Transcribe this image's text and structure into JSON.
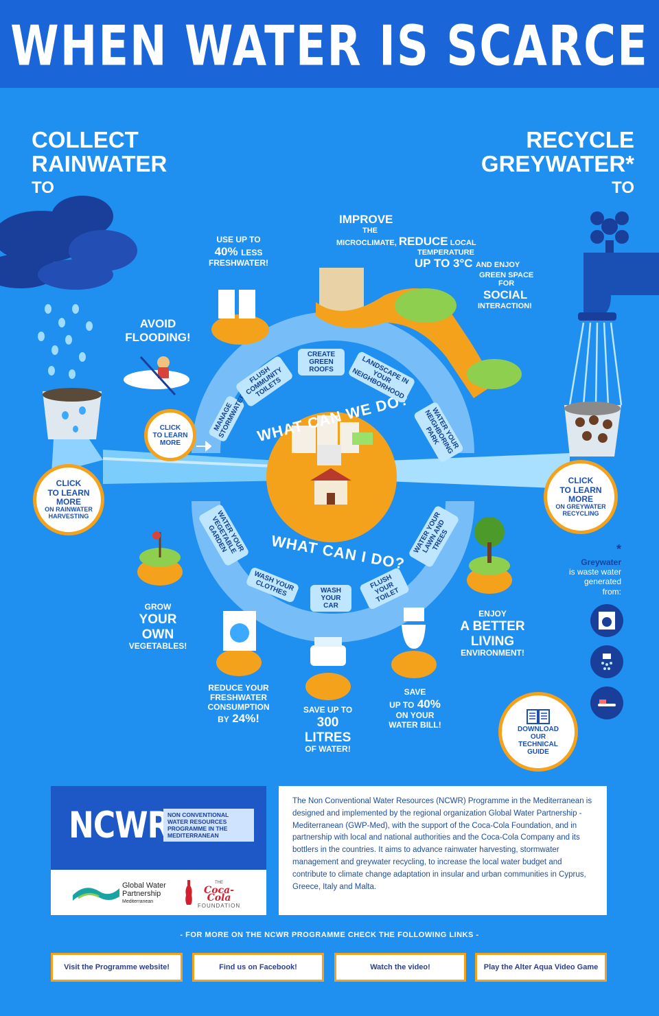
{
  "header": {
    "title": "WHEN WATER IS SCARCE"
  },
  "left_section": {
    "line1": "COLLECT",
    "line2": "RAINWATER",
    "line3": "TO"
  },
  "right_section": {
    "line1": "RECYCLE",
    "line2": "GREYWATER*",
    "line3": "TO"
  },
  "benefits": {
    "microclimate": {
      "l1": "IMPROVE",
      "l2": "THE",
      "l3a": "MICROCLIMATE,",
      "l3b": "REDUCE",
      "l3c": "LOCAL",
      "l4": "TEMPERATURE",
      "l5a": "UP TO 3°C",
      "l5b": "AND ENJOY",
      "l6": "GREEN SPACE",
      "l7": "FOR",
      "l8": "SOCIAL",
      "l9": "INTERACTION!"
    },
    "freshwater": {
      "l1": "USE UP TO",
      "l2a": "40%",
      "l2b": "LESS",
      "l3": "FRESHWATER!"
    },
    "flooding": {
      "l1": "AVOID",
      "l2": "FLOODING!"
    },
    "vegetables": {
      "l1": "GROW",
      "l2": "YOUR",
      "l3": "OWN",
      "l4": "VEGETABLES!"
    },
    "consumption": {
      "l1": "REDUCE YOUR",
      "l2": "FRESHWATER",
      "l3": "CONSUMPTION",
      "l4a": "BY",
      "l4b": "24%!"
    },
    "litres": {
      "l1": "SAVE UP TO",
      "l2": "300",
      "l3": "LITRES",
      "l4": "OF WATER!"
    },
    "bill": {
      "l1": "SAVE",
      "l2a": "UP TO",
      "l2b": "40%",
      "l3": "ON YOUR",
      "l4": "WATER BILL!"
    },
    "living": {
      "l1": "ENJOY",
      "l2": "A BETTER",
      "l3": "LIVING",
      "l4": "ENVIRONMENT!"
    }
  },
  "center": {
    "we_title": "WHAT CAN WE DO?",
    "i_title": "WHAT CAN I DO?"
  },
  "we_actions": [
    {
      "label": "MANAGE STORMWATER"
    },
    {
      "label": "FLUSH COMMUNITY TOILETS"
    },
    {
      "label": "CREATE GREEN ROOFS"
    },
    {
      "label": "LANDSCAPE IN YOUR NEIGHBORHOOD"
    },
    {
      "label": "WATER YOUR NEIGHBORING PARK"
    }
  ],
  "i_actions": [
    {
      "label": "WATER YOUR VEGETABLE GARDEN"
    },
    {
      "label": "WASH YOUR CLOTHES"
    },
    {
      "label": "WASH YOUR CAR"
    },
    {
      "label": "FLUSH YOUR TOILET"
    },
    {
      "label": "WATER YOUR LAWN AND TREES"
    }
  ],
  "buttons": {
    "learn_more_small": {
      "l1": "CLICK",
      "l2": "TO LEARN",
      "l3": "MORE"
    },
    "rainwater": {
      "l1": "CLICK",
      "l2": "TO LEARN",
      "l3": "MORE",
      "l4": "ON RAINWATER",
      "l5": "HARVESTING"
    },
    "greywater": {
      "l1": "CLICK",
      "l2": "TO LEARN",
      "l3": "MORE",
      "l4": "ON GREYWATER",
      "l5": "RECYCLING"
    },
    "guide": {
      "l1": "DOWNLOAD",
      "l2": "OUR",
      "l3": "TECHNICAL",
      "l4": "GUIDE"
    }
  },
  "greywater_note": {
    "star": "*",
    "l1": "Greywater",
    "l2": "is waste water",
    "l3": "generated",
    "l4": "from:"
  },
  "ncwr": {
    "logo": "NCWR",
    "tag1": "NON CONVENTIONAL",
    "tag2": "WATER RESOURCES",
    "tag3": "PROGRAMME IN THE",
    "tag4": "MEDITERRANEAN"
  },
  "partners": {
    "gwp1": "Global Water",
    "gwp2": "Partnership",
    "gwp3": "Mediterranean",
    "cc1": "THE",
    "cc2": "Coca-Cola",
    "cc3": "FOUNDATION"
  },
  "about": "The Non Conventional Water Resources (NCWR) Programme in the Mediterranean is designed and implemented by the regional organization Global Water Partnership - Mediterranean (GWP-Med), with the support of the Coca-Cola Foundation, and in partnership with local and national authorities and the Coca-Cola Company and its bottlers in the countries. It aims to advance rainwater harvesting, stormwater management and greywater recycling, to increase the local water budget and contribute to climate change adaptation in insular and urban communities in Cyprus, Greece, Italy and Malta.",
  "links": {
    "title": "- FOR MORE ON THE NCWR PROGRAMME CHECK THE FOLLOWING LINKS -",
    "items": [
      {
        "label": "Visit the Programme website!"
      },
      {
        "label": "Find us on Facebook!"
      },
      {
        "label": "Watch the video!"
      },
      {
        "label": "Play the Alter Aqua Video Game"
      }
    ]
  },
  "colors": {
    "background": "#1f8ff0",
    "header": "#1a66d8",
    "accent": "#f4a21c",
    "navy": "#1a3f9a"
  }
}
